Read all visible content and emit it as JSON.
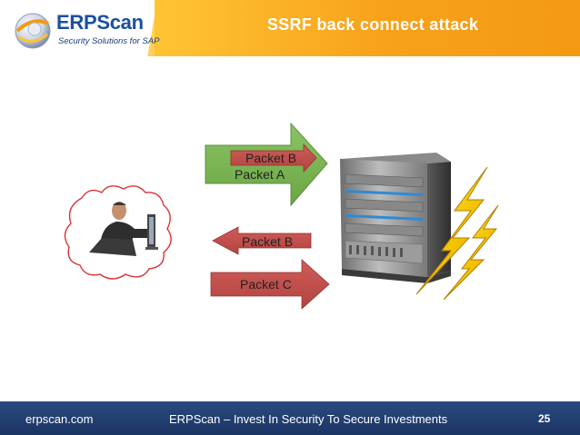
{
  "header": {
    "title": "SSRF back connect attack",
    "logo": {
      "name": "ERPScan",
      "tagline": "Security Solutions for SAP",
      "icon": "globe-icon"
    }
  },
  "diagram": {
    "arrows": [
      {
        "direction": "right",
        "color": "#79b653",
        "labels": [
          "Packet B",
          "Packet A"
        ]
      },
      {
        "direction": "left",
        "color": "#c0504d",
        "labels": [
          "Packet B"
        ]
      },
      {
        "direction": "right",
        "color": "#c0504d",
        "labels": [
          "Packet C"
        ]
      }
    ],
    "inner_packet_color": "#c0504d",
    "icons": [
      "attacker-thought-cloud-icon",
      "server-icon",
      "lightning-icon"
    ]
  },
  "footer": {
    "site": "erpscan.com",
    "slogan": "ERPScan – Invest In Security To Secure Investments",
    "page_number": "25"
  },
  "colors": {
    "header_accent": "#f7a11a",
    "footer_bg": "#1b3563",
    "logo_blue": "#1c4fa0"
  }
}
